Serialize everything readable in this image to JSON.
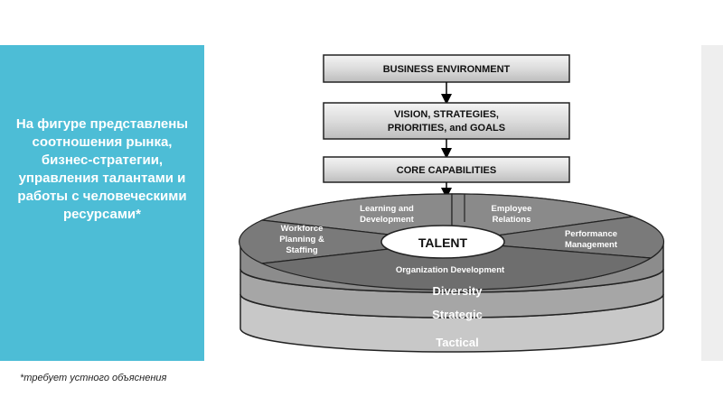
{
  "slide": {
    "title": "На фигуре представлены соотношения рынка, бизнес-стратегии, управления талантами и работы с человеческими ресурсами*",
    "footnote": "*требует устного объяснения",
    "accent_color": "#4dbdd6"
  },
  "diagram": {
    "boxes": {
      "business": "BUSINESS ENVIRONMENT",
      "vision_line1": "VISION, STRATEGIES,",
      "vision_line2": "PRIORITIES, and GOALS",
      "core": "CORE CAPABILITIES"
    },
    "center": "TALENT",
    "segments": {
      "learning_line1": "Learning and",
      "learning_line2": "Development",
      "employee_line1": "Employee",
      "employee_line2": "Relations",
      "workforce_line1": "Workforce",
      "workforce_line2": "Planning &",
      "workforce_line3": "Staffing",
      "performance_line1": "Performance",
      "performance_line2": "Management",
      "organization": "Organization Development"
    },
    "layers": {
      "diversity": "Diversity",
      "strategic": "Strategic",
      "tactical": "Tactical"
    }
  }
}
